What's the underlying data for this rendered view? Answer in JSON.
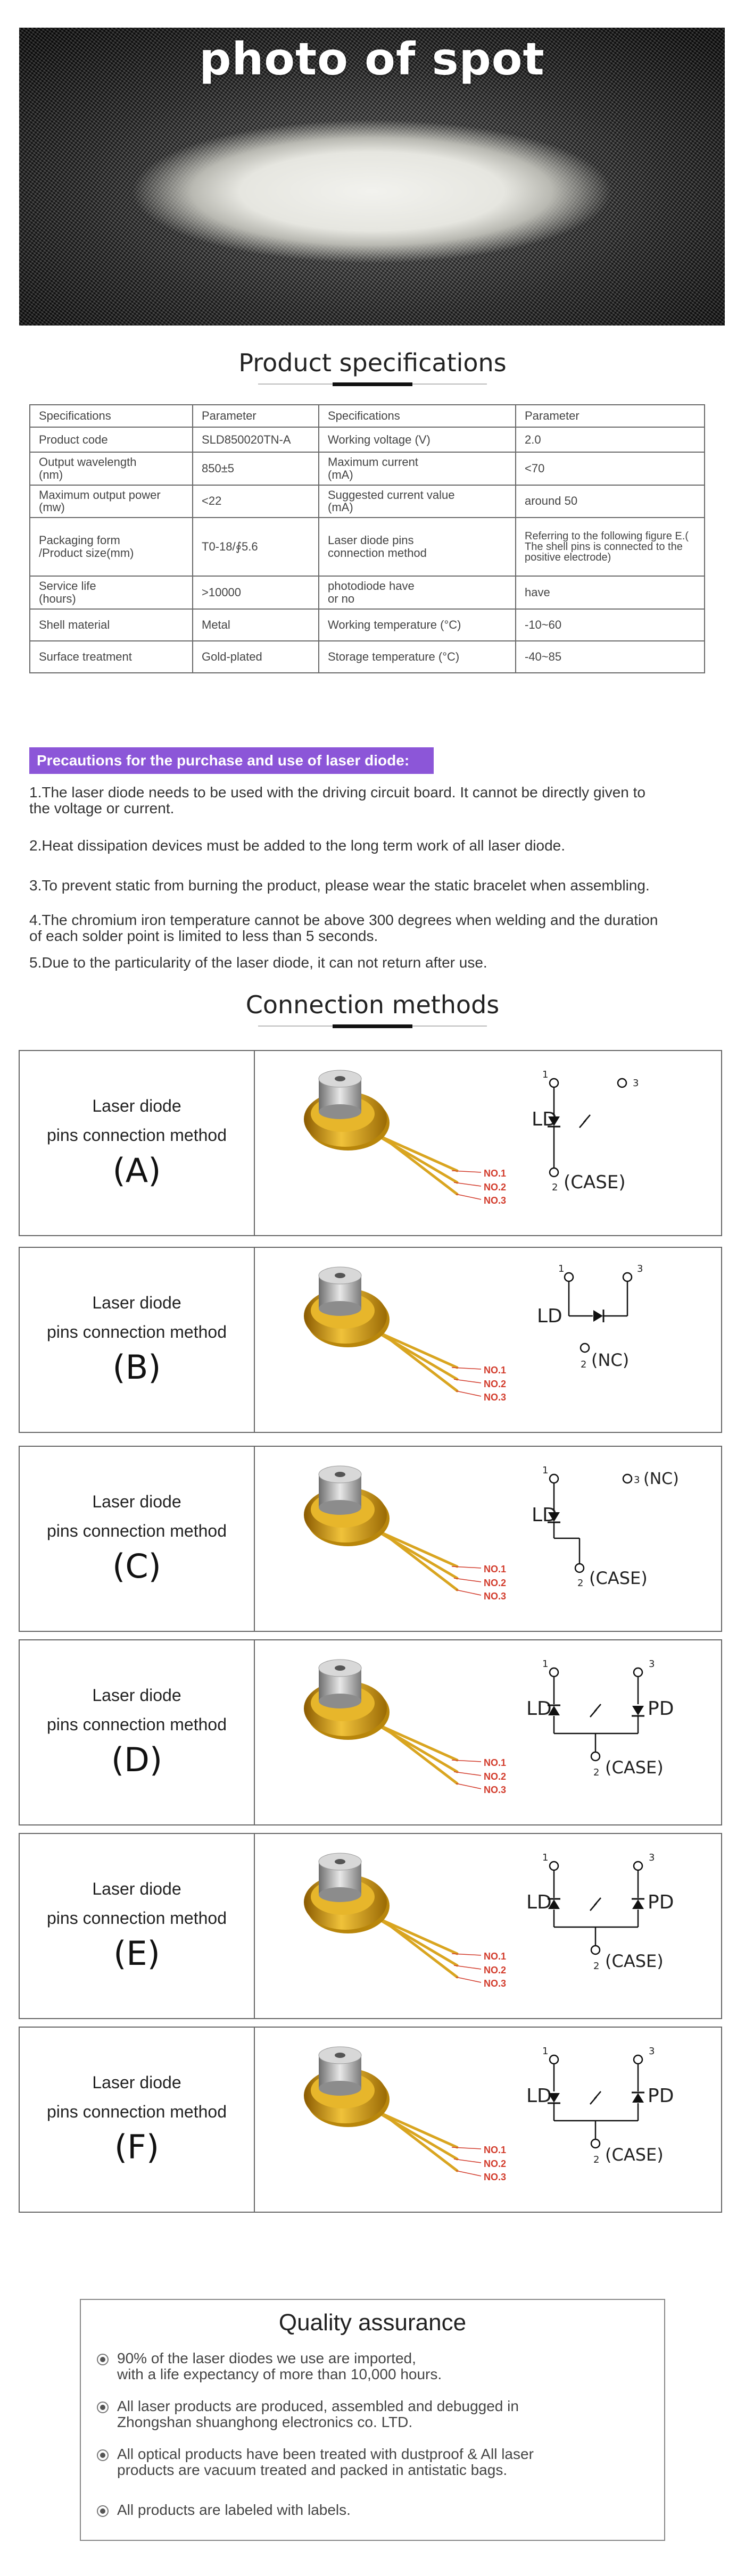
{
  "photo": {
    "title": "photo of spot"
  },
  "specs": {
    "heading": "Product specifications",
    "header": [
      "Specifications",
      "Parameter",
      "Specifications",
      "Parameter"
    ],
    "rows": [
      [
        "Product code",
        "SLD850020TN-A",
        "Working voltage  (V)",
        "2.0"
      ],
      [
        "Output wavelength\n(nm)",
        "850±5",
        "Maximum current\n(mA)",
        "<70"
      ],
      [
        "Maximum output power\n(mw)",
        "<22",
        "Suggested current value\n(mA)",
        "around 50"
      ],
      [
        "Packaging form\n/Product size(mm)",
        "T0-18/∮5.6",
        "Laser diode pins\nconnection method",
        "Referring to the following figure E.( The shell pins is connected to the positive electrode)"
      ],
      [
        "Service life\n   (hours)",
        ">10000",
        "photodiode have\nor  no",
        "have"
      ],
      [
        "Shell material",
        "Metal",
        "Working temperature  (°C)",
        "-10~60"
      ],
      [
        "Surface treatment",
        "Gold-plated",
        "Storage temperature  (°C)",
        "-40~85"
      ]
    ]
  },
  "precautions": {
    "title": "Precautions for the purchase and use of laser diode:",
    "items": [
      "1.The laser diode needs to be used with the driving circuit board. It cannot be directly given to the voltage or current.",
      "2.Heat dissipation devices must be added to the long term work of all laser diode.",
      "3.To prevent static from burning the product, please wear the static bracelet when assembling.",
      "4.The chromium iron temperature cannot be above 300 degrees when welding and the duration of each solder point is limited to less than 5 seconds.",
      "5.Due to the particularity of the laser diode, it can not return after use."
    ]
  },
  "connection": {
    "heading": "Connection methods",
    "line1": "Laser diode",
    "line2": "pins connection method",
    "pins": [
      "NO.1",
      "NO.2",
      "NO.3"
    ],
    "diagram_labels": {
      "ld": "LD",
      "pd": "PD",
      "case": "(CASE)",
      "nc": "(NC)",
      "pin1": "1",
      "pin2": "2",
      "pin3": "3"
    },
    "methods": [
      {
        "letter": "(A)",
        "variant": "A"
      },
      {
        "letter": "(B)",
        "variant": "B"
      },
      {
        "letter": "(C)",
        "variant": "C"
      },
      {
        "letter": "(D)",
        "variant": "D"
      },
      {
        "letter": "(E)",
        "variant": "E"
      },
      {
        "letter": "(F)",
        "variant": "F"
      }
    ]
  },
  "quality": {
    "title": "Quality assurance",
    "items": [
      "90% of the laser diodes we use are imported,\nwith a life expectancy of more than 10,000 hours.",
      "All laser products are produced, assembled and debugged in\nZhongshan shuanghong electronics co. LTD.",
      "All optical products have been treated with dustproof & All laser\nproducts are vacuum treated and packed in antistatic bags.",
      "All products are labeled with labels."
    ]
  },
  "colors": {
    "accent_purple": "#8c56d8",
    "pin_label_red": "#d23a2a",
    "gold": "#d4a21a"
  }
}
